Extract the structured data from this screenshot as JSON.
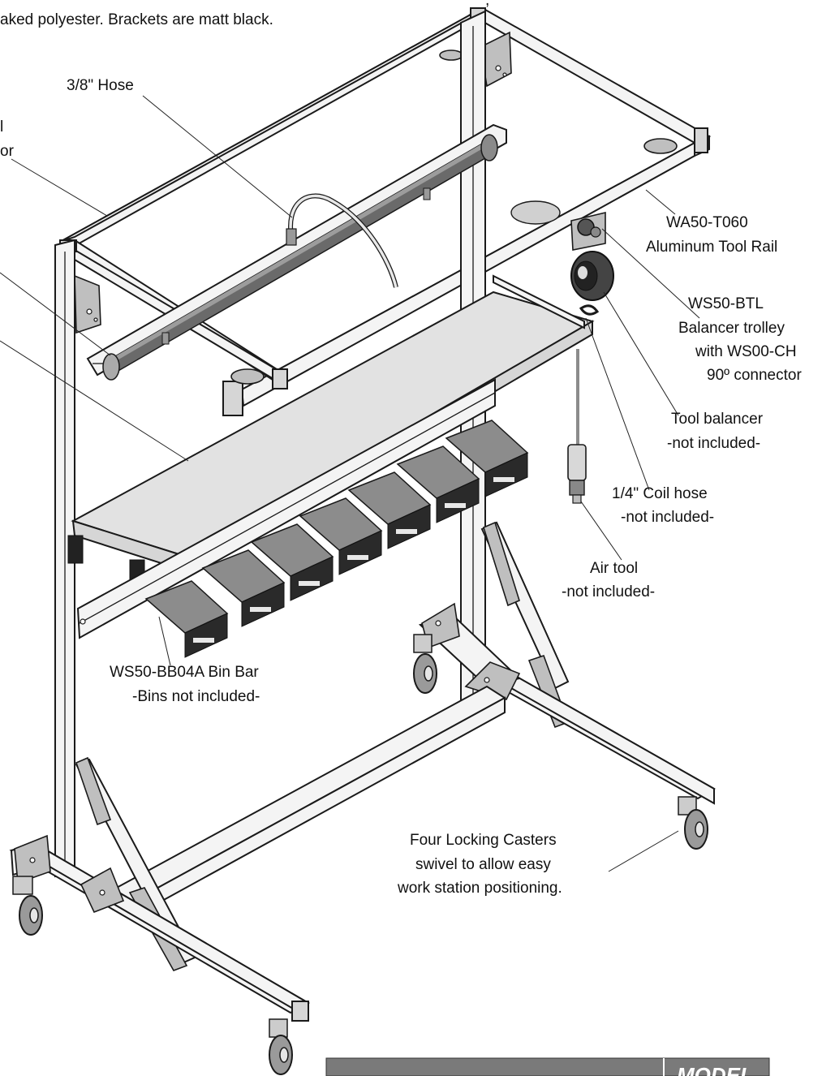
{
  "intro": {
    "line1_fragment": ", ",
    "line2": "aked polyester.  Brackets are matt black."
  },
  "labels": {
    "hose_38": "3/8\" Hose",
    "cut_left_1": "l",
    "cut_left_2": "or",
    "tool_rail_1": "WA50-T060",
    "tool_rail_2": "Aluminum Tool Rail",
    "trolley_1": "WS50-BTL",
    "trolley_2": "Balancer trolley",
    "trolley_3": "with WS00-CH",
    "trolley_4": "90º connector",
    "balancer_1": "Tool balancer",
    "balancer_2": "-not included-",
    "coil_1": "1/4\" Coil hose",
    "coil_2": "-not included-",
    "airtool_1": "Air tool",
    "airtool_2": "-not included-",
    "binbar_1": "WS50-BB04A Bin Bar",
    "binbar_2": "-Bins not included-",
    "casters_1": "Four Locking Casters",
    "casters_2": "swivel to allow easy",
    "casters_3": "work station positioning."
  },
  "footer": {
    "model_label": "MODEL"
  },
  "colors": {
    "line": "#1a1a1a",
    "frame": "#f4f4f4",
    "plate": "#bfbfbf",
    "footer_bar": "#7a7a7a"
  }
}
